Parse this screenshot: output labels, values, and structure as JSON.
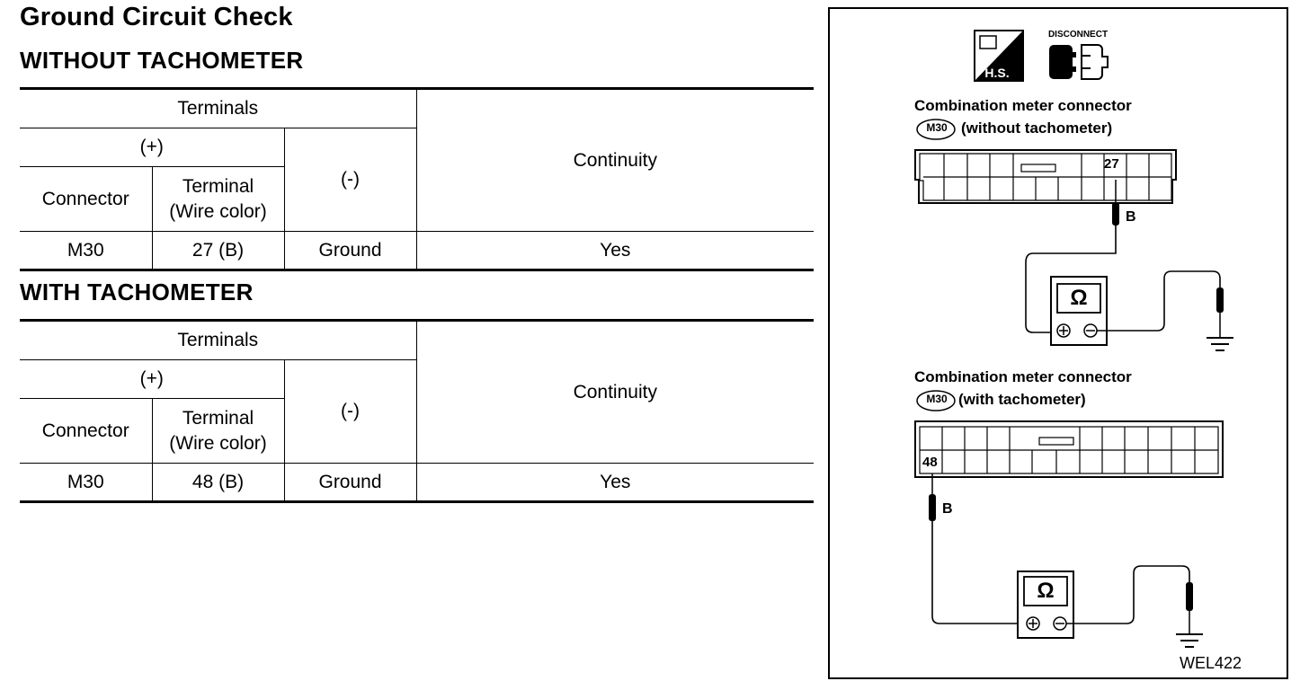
{
  "page": {
    "title": "Ground Circuit Check"
  },
  "sections": [
    {
      "heading": "WITHOUT TACHOMETER",
      "table": {
        "terminals_header": "Terminals",
        "plus_header": "(+)",
        "minus_header": "(-)",
        "continuity_header": "Continuity",
        "connector_header": "Connector",
        "terminal_header_line1": "Terminal",
        "terminal_header_line2": "(Wire color)",
        "row": {
          "connector": "M30",
          "terminal": "27 (B)",
          "minus": "Ground",
          "continuity": "Yes"
        }
      }
    },
    {
      "heading": "WITH TACHOMETER",
      "table": {
        "terminals_header": "Terminals",
        "plus_header": "(+)",
        "minus_header": "(-)",
        "continuity_header": "Continuity",
        "connector_header": "Connector",
        "terminal_header_line1": "Terminal",
        "terminal_header_line2": "(Wire color)",
        "row": {
          "connector": "M30",
          "terminal": "48 (B)",
          "minus": "Ground",
          "continuity": "Yes"
        }
      }
    }
  ],
  "diagram": {
    "hs_label": "H.S.",
    "disconnect_label": "DISCONNECT",
    "connector1": {
      "title": "Combination meter connector",
      "badge": "M30",
      "subtitle": "(without tachometer)",
      "terminal": "27",
      "wire": "B"
    },
    "connector2": {
      "title": "Combination meter connector",
      "badge": "M30",
      "subtitle": "(with tachometer)",
      "terminal": "48",
      "wire": "B"
    },
    "meter_symbol": "Ω",
    "figure_id": "WEL422"
  }
}
